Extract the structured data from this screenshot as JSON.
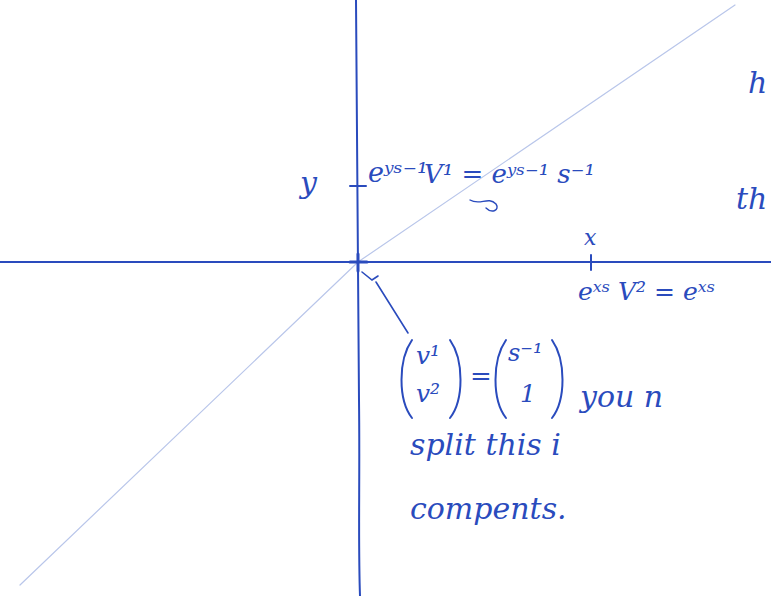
{
  "diagram": {
    "labels": [
      "y",
      "eʸˢ⁻¹",
      "V¹ = eʸˢ⁻¹ s⁻¹",
      "x",
      "eˣˢ V² = eˣˢ",
      "v¹",
      "v²",
      "=",
      "s⁻¹",
      "1",
      "you n",
      "split this i",
      "compents.",
      "h",
      "th"
    ]
  }
}
